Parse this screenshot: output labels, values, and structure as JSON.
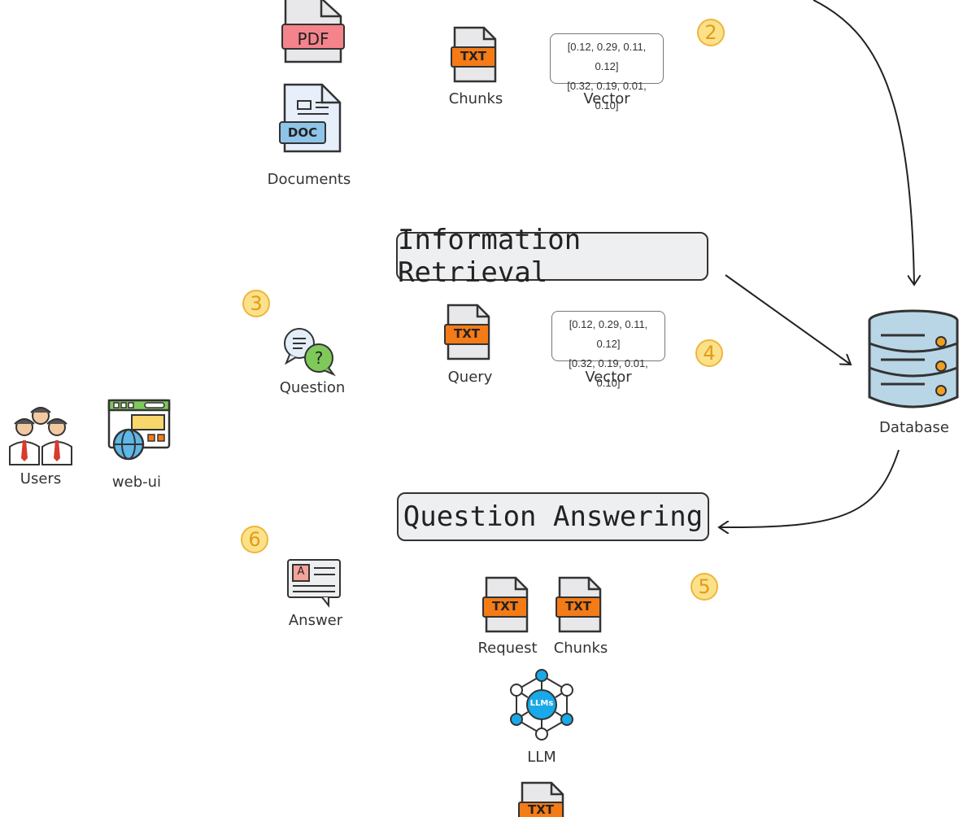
{
  "documents": {
    "pdf_badge": "PDF",
    "doc_badge": "DOC",
    "label": "Documents"
  },
  "indexing": {
    "step": "2",
    "chunks_badge": "TXT",
    "chunks_label": "Chunks",
    "vector_lines": [
      "[0.12, 0.29, 0.11, 0.12]",
      "[0.32, 0.19, 0.01, 0.10]"
    ],
    "vector_label": "Vector"
  },
  "retrieval": {
    "title": "Information Retrieval",
    "step_question": "3",
    "question_label": "Question",
    "query_badge": "TXT",
    "query_label": "Query",
    "vector_lines": [
      "[0.12, 0.29, 0.11, 0.12]",
      "[0.32, 0.19, 0.01, 0.10]"
    ],
    "vector_label": "Vector",
    "step_vector": "4"
  },
  "database": {
    "label": "Database"
  },
  "users": {
    "label": "Users"
  },
  "webui": {
    "label": "web-ui"
  },
  "answering": {
    "title": "Question Answering",
    "step_answer": "6",
    "answer_badge": "A",
    "answer_label": "Answer",
    "step_llm": "5",
    "request_badge": "TXT",
    "request_label": "Request",
    "chunks_badge": "TXT",
    "chunks_label": "Chunks",
    "llm_badge": "LLMs",
    "llm_label": "LLM",
    "output_badge": "TXT"
  },
  "colors": {
    "txt_orange": "#f47b16",
    "pdf_pink": "#f4838b",
    "doc_blue": "#8ec4e8",
    "step_yellow": "#fbe28a",
    "llm_blue": "#1aa9e8"
  }
}
